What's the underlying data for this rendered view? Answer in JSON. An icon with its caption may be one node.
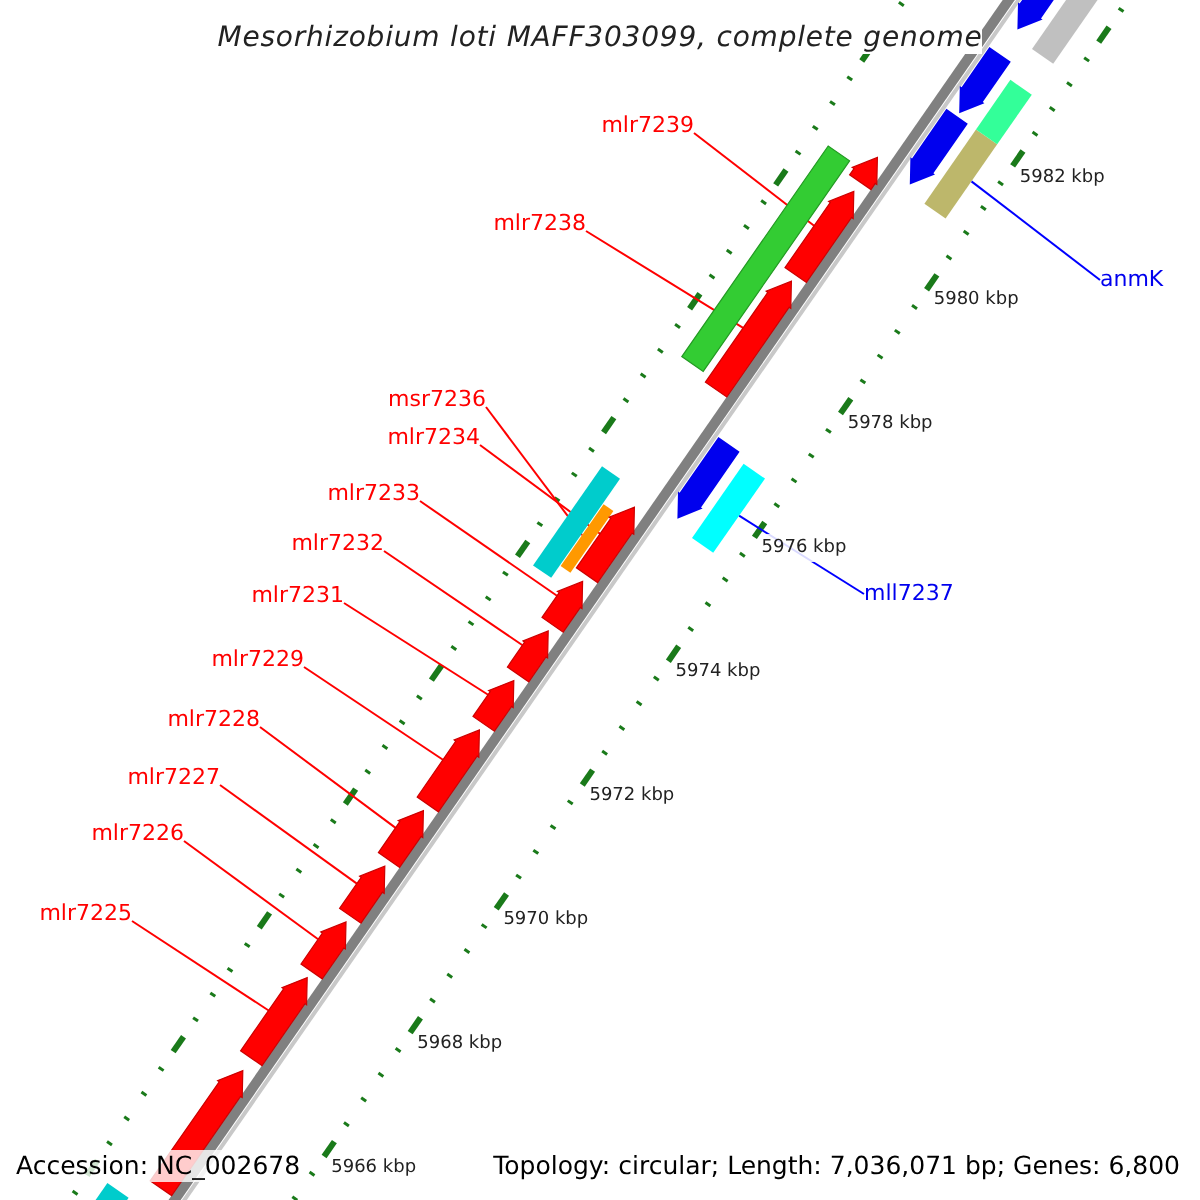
{
  "diagram": {
    "title": "Mesorhizobium loti MAFF303099, complete genome",
    "nodes": [
      {
        "text": [
          "mlr7239"
        ]
      },
      {
        "text": [
          "mlr7238"
        ]
      },
      {
        "text": [
          "anmK"
        ]
      },
      {
        "text": [
          "msr7236"
        ]
      },
      {
        "text": [
          "mlr7234"
        ]
      },
      {
        "text": [
          "mlr7233"
        ]
      },
      {
        "text": [
          "mlr7232"
        ]
      },
      {
        "text": [
          "mll7237"
        ]
      },
      {
        "text": [
          "mlr7231"
        ]
      },
      {
        "text": [
          "mlr7229"
        ]
      },
      {
        "text": [
          "mlr7228"
        ]
      },
      {
        "text": [
          "mlr7227"
        ]
      },
      {
        "text": [
          "mlr7226"
        ]
      },
      {
        "text": [
          "mlr7225"
        ]
      },
      {
        "text": [],
        "shape": "arrow"
      },
      {
        "text": [],
        "shape": "arrow"
      },
      {
        "text": [],
        "shape": "bar"
      },
      {
        "text": [],
        "shape": "bar"
      },
      {
        "text": [],
        "shape": "arrow"
      },
      {
        "text": [],
        "shape": "arrow"
      },
      {
        "text": [],
        "shape": "arrow"
      },
      {
        "text": [],
        "shape": "bar"
      },
      {
        "text": [],
        "shape": "arrow"
      },
      {
        "text": [],
        "shape": "arrow"
      },
      {
        "text": [],
        "shape": "arrow"
      },
      {
        "text": [],
        "shape": "arrow"
      },
      {
        "text": [],
        "shape": "arrow"
      },
      {
        "text": [],
        "shape": "arrow"
      },
      {
        "text": [],
        "shape": "bar"
      },
      {
        "text": [],
        "shape": "arrow"
      },
      {
        "text": [],
        "shape": "arrow"
      },
      {
        "text": [],
        "shape": "bar"
      },
      {
        "text": [],
        "shape": "arrow"
      },
      {
        "text": [],
        "shape": "arrow"
      },
      {
        "text": [],
        "shape": "bar"
      },
      {
        "text": [],
        "shape": "arrow"
      },
      {
        "text": [],
        "shape": "bar"
      },
      {
        "text": [],
        "shape": "arrow"
      },
      {
        "text": [],
        "shape": "bar"
      }
    ],
    "edges": [
      {
        "from": 0,
        "to": 14,
        "arrow": "none"
      },
      {
        "from": 1,
        "to": 15,
        "arrow": "none"
      },
      {
        "from": 2,
        "to": 16,
        "arrow": "none",
        "color": "#0000ff"
      },
      {
        "from": 3,
        "to": 17,
        "arrow": "none"
      },
      {
        "from": 4,
        "to": 18,
        "arrow": "none"
      },
      {
        "from": 5,
        "to": 19,
        "arrow": "none"
      },
      {
        "from": 6,
        "to": 20,
        "arrow": "none"
      },
      {
        "from": 7,
        "to": 21,
        "arrow": "none",
        "color": "#0000ff"
      },
      {
        "from": 8,
        "to": 22,
        "arrow": "none"
      },
      {
        "from": 9,
        "to": 23,
        "arrow": "none"
      },
      {
        "from": 10,
        "to": 24,
        "arrow": "none"
      },
      {
        "from": 11,
        "to": 25,
        "arrow": "none"
      },
      {
        "from": 12,
        "to": 26,
        "arrow": "none"
      },
      {
        "from": 13,
        "to": 27,
        "arrow": "none"
      }
    ],
    "labels": [
      "5982 kbp",
      "5980 kbp",
      "5978 kbp",
      "5976 kbp",
      "5974 kbp",
      "5972 kbp",
      "5970 kbp",
      "5968 kbp",
      "5966 kbp",
      "Accession: NC_002678",
      "Topology: circular; Length: 7,036,071 bp; Genes: 6,800"
    ]
  }
}
